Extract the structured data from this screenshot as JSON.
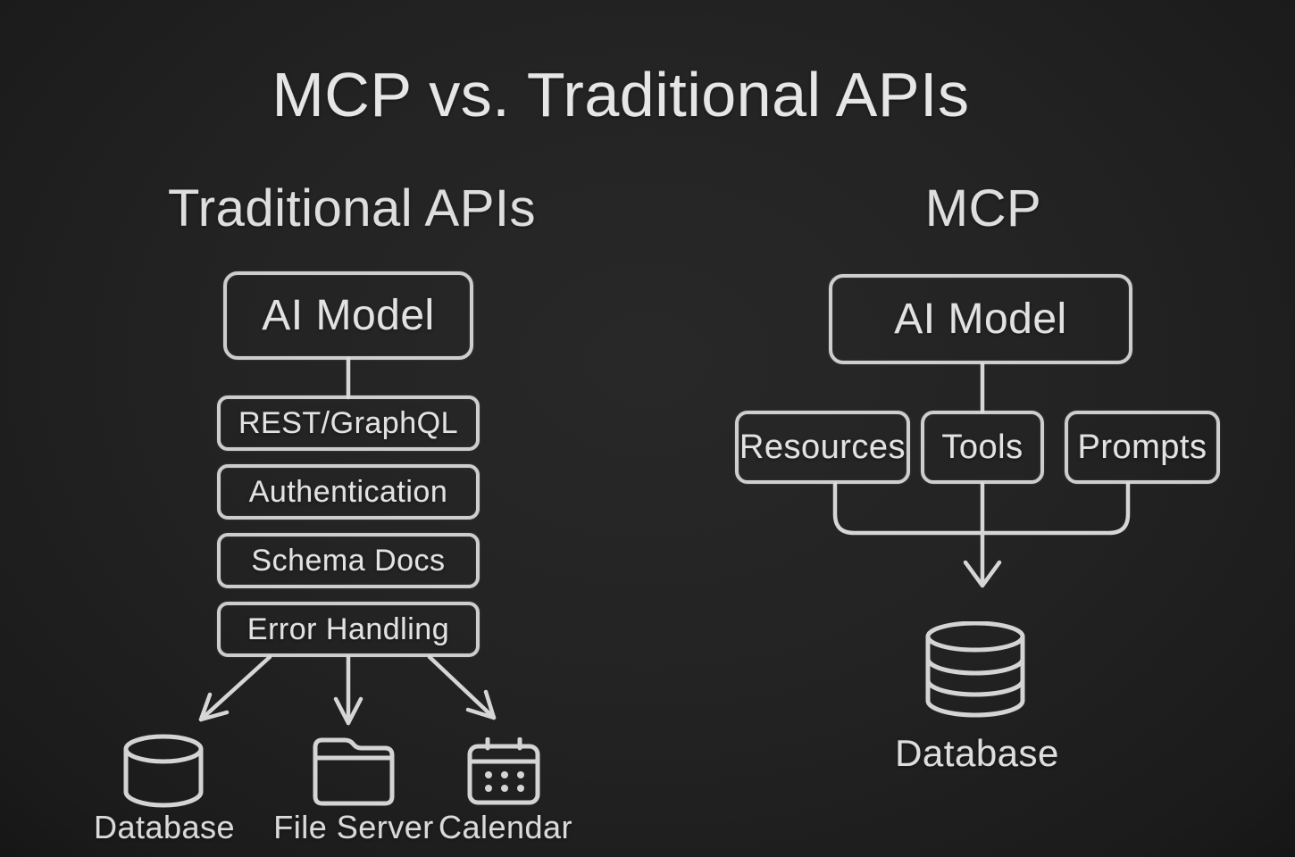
{
  "title": "MCP vs. Traditional APIs",
  "colors": {
    "background": "#232323",
    "chalk": "#d6d6d6"
  },
  "left": {
    "heading": "Traditional APIs",
    "model_box": "AI Model",
    "layers": [
      "REST/GraphQL",
      "Authentication",
      "Schema Docs",
      "Error Handling"
    ],
    "targets": [
      {
        "icon": "database-icon",
        "label": "Database"
      },
      {
        "icon": "file-server-icon",
        "label": "File Server"
      },
      {
        "icon": "calendar-icon",
        "label": "Calendar"
      }
    ]
  },
  "right": {
    "heading": "MCP",
    "model_box": "AI Model",
    "capabilities": [
      "Resources",
      "Tools",
      "Prompts"
    ],
    "target": {
      "icon": "database-icon",
      "label": "Database"
    }
  }
}
